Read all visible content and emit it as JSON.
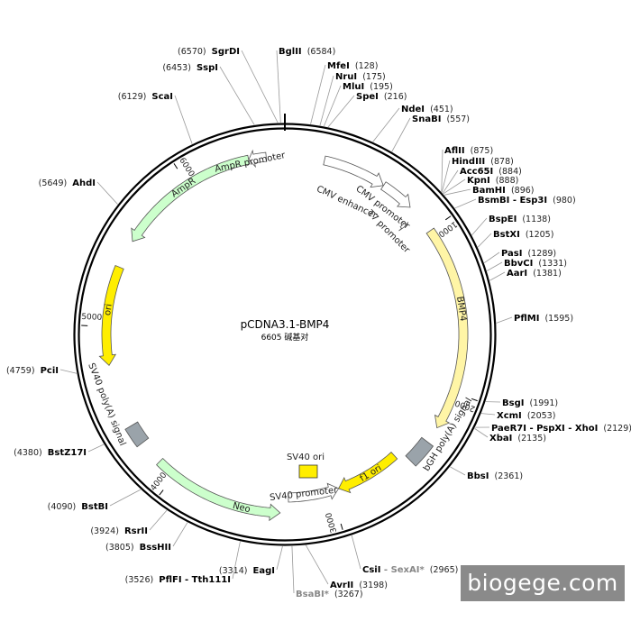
{
  "plasmid": {
    "name": "pCDNA3.1-BMP4",
    "size_text": "6605 碱基对",
    "length": 6605
  },
  "watermark": "biogege.com",
  "scale_ticks": [
    {
      "pos": 1000,
      "label": "1000"
    },
    {
      "pos": 2000,
      "label": "2000"
    },
    {
      "pos": 3000,
      "label": "3000"
    },
    {
      "pos": 4000,
      "label": "4000"
    },
    {
      "pos": 5000,
      "label": "5000"
    },
    {
      "pos": 6000,
      "label": "6000"
    }
  ],
  "features": [
    {
      "name": "CMV enhancer",
      "start": 235,
      "end": 614,
      "strand": 1,
      "shape": "arrow",
      "color": "#ffffff",
      "label_pos": 460
    },
    {
      "name": "CMV promoter",
      "start": 615,
      "end": 818,
      "strand": 1,
      "shape": "arrow",
      "color": "#ffffff",
      "label_pos": 690
    },
    {
      "name": "T7 promoter",
      "start": 863,
      "end": 881,
      "strand": 1,
      "shape": "arrow",
      "color": "#ffffff",
      "label_pos": 830
    },
    {
      "name": "BMP4",
      "start": 1000,
      "end": 2230,
      "strand": 1,
      "shape": "arrow",
      "color": "#fff5a6",
      "label_pos": 1500
    },
    {
      "name": "bGH poly(A) signal",
      "start": 2330,
      "end": 2480,
      "strand": 1,
      "shape": "box",
      "color": "#9aa3aa",
      "label_pos": 2230
    },
    {
      "name": "f1 ori",
      "start": 2530,
      "end": 2950,
      "strand": 1,
      "shape": "arrow",
      "color": "#ffee00",
      "label_pos": 2720
    },
    {
      "name": "SV40 promoter",
      "start": 2950,
      "end": 3280,
      "strand": -1,
      "shape": "arrow",
      "color": "#ffffff",
      "label_pos": 3180
    },
    {
      "name": "SV40 ori",
      "start": 3100,
      "end": 3236,
      "strand": 1,
      "shape": "box",
      "color": "#ffee00",
      "label_pos": 3168
    },
    {
      "name": "Neo",
      "start": 3330,
      "end": 4120,
      "strand": -1,
      "shape": "arrow",
      "color": "#ccffcc",
      "label_pos": 3560
    },
    {
      "name": "SV40 poly(A) signal",
      "start": 4270,
      "end": 4390,
      "strand": -1,
      "shape": "box",
      "color": "#9aa3aa",
      "label_pos": 4560
    },
    {
      "name": "ori",
      "start": 4770,
      "end": 5360,
      "strand": -1,
      "shape": "arrow",
      "color": "#ffee00",
      "label_pos": 5100
    },
    {
      "name": "AmpR",
      "start": 5530,
      "end": 6390,
      "strand": -1,
      "shape": "arrow",
      "color": "#ccffcc",
      "label_pos": 5970
    },
    {
      "name": "AmpR promoter",
      "start": 6391,
      "end": 6495,
      "strand": -1,
      "shape": "arrow",
      "color": "#ffffff",
      "label_pos": 6395
    }
  ],
  "sites": [
    {
      "name": "SgrDI",
      "pos": 6570,
      "label": "SgrDI",
      "num": "(6570)",
      "grey": false
    },
    {
      "name": "BglII",
      "pos": 6584,
      "label": "BglII",
      "num": "(6584)",
      "grey": false
    },
    {
      "name": "MfeI",
      "pos": 128,
      "label": "MfeI",
      "num": "(128)",
      "grey": false
    },
    {
      "name": "NruI",
      "pos": 175,
      "label": "NruI",
      "num": "(175)",
      "grey": false
    },
    {
      "name": "MluI",
      "pos": 195,
      "label": "MluI",
      "num": "(195)",
      "grey": false
    },
    {
      "name": "SpeI",
      "pos": 216,
      "label": "SpeI",
      "num": "(216)",
      "grey": false
    },
    {
      "name": "NdeI",
      "pos": 451,
      "label": "NdeI",
      "num": "(451)",
      "grey": false
    },
    {
      "name": "SnaBI",
      "pos": 557,
      "label": "SnaBI",
      "num": "(557)",
      "grey": false
    },
    {
      "name": "AflII",
      "pos": 875,
      "label": "AflII",
      "num": "(875)",
      "grey": false
    },
    {
      "name": "HindIII",
      "pos": 878,
      "label": "HindIII",
      "num": "(878)",
      "grey": false
    },
    {
      "name": "Acc65I",
      "pos": 884,
      "label": "Acc65I",
      "num": "(884)",
      "grey": false
    },
    {
      "name": "KpnI",
      "pos": 888,
      "label": "KpnI",
      "num": "(888)",
      "grey": false
    },
    {
      "name": "BamHI",
      "pos": 896,
      "label": "BamHI",
      "num": "(896)",
      "grey": false
    },
    {
      "name": "BsmBI-Esp3I",
      "pos": 980,
      "label": "BsmBI - Esp3I",
      "num": "(980)",
      "grey": false
    },
    {
      "name": "BspEI",
      "pos": 1138,
      "label": "BspEI",
      "num": "(1138)",
      "grey": false
    },
    {
      "name": "BstXI",
      "pos": 1205,
      "label": "BstXI",
      "num": "(1205)",
      "grey": false
    },
    {
      "name": "PasI",
      "pos": 1289,
      "label": "PasI",
      "num": "(1289)",
      "grey": false
    },
    {
      "name": "BbvCI",
      "pos": 1331,
      "label": "BbvCI",
      "num": "(1331)",
      "grey": false
    },
    {
      "name": "AarI",
      "pos": 1381,
      "label": "AarI",
      "num": "(1381)",
      "grey": false
    },
    {
      "name": "PflMI",
      "pos": 1595,
      "label": "PflMI",
      "num": "(1595)",
      "grey": false
    },
    {
      "name": "BsgI",
      "pos": 1991,
      "label": "BsgI",
      "num": "(1991)",
      "grey": false
    },
    {
      "name": "XcmI",
      "pos": 2053,
      "label": "XcmI",
      "num": "(2053)",
      "grey": false
    },
    {
      "name": "PaeR7I-PspXI-XhoI",
      "pos": 2129,
      "label": "PaeR7I - PspXI - XhoI",
      "num": "(2129)",
      "grey": false
    },
    {
      "name": "XbaI",
      "pos": 2135,
      "label": "XbaI",
      "num": "(2135)",
      "grey": false
    },
    {
      "name": "BbsI",
      "pos": 2361,
      "label": "BbsI",
      "num": "(2361)",
      "grey": false
    },
    {
      "name": "CsiI-SexAI",
      "pos": 2965,
      "label": "CsiI",
      "label2": " - SexAI*",
      "num": "(2965)",
      "grey": false
    },
    {
      "name": "AvrII",
      "pos": 3198,
      "label": "AvrII",
      "num": "(3198)",
      "grey": false
    },
    {
      "name": "BsaBI",
      "pos": 3267,
      "label": "BsaBI*",
      "num": "(3267)",
      "grey": true
    },
    {
      "name": "EagI",
      "pos": 3314,
      "label": "EagI",
      "num": "(3314)",
      "grey": false
    },
    {
      "name": "PflFI-Tth111I",
      "pos": 3526,
      "label": "PflFI - Tth111I",
      "num": "(3526)",
      "grey": false
    },
    {
      "name": "BssHII",
      "pos": 3805,
      "label": "BssHII",
      "num": "(3805)",
      "grey": false
    },
    {
      "name": "RsrII",
      "pos": 3924,
      "label": "RsrII",
      "num": "(3924)",
      "grey": false
    },
    {
      "name": "BstBI",
      "pos": 4090,
      "label": "BstBI",
      "num": "(4090)",
      "grey": false
    },
    {
      "name": "BstZ17I",
      "pos": 4380,
      "label": "BstZ17I",
      "num": "(4380)",
      "grey": false
    },
    {
      "name": "PciI",
      "pos": 4759,
      "label": "PciI",
      "num": "(4759)",
      "grey": false
    },
    {
      "name": "AhdI",
      "pos": 5649,
      "label": "AhdI",
      "num": "(5649)",
      "grey": false
    },
    {
      "name": "ScaI",
      "pos": 6129,
      "label": "ScaI",
      "num": "(6129)",
      "grey": false
    },
    {
      "name": "SspI",
      "pos": 6453,
      "label": "SspI",
      "num": "(6453)",
      "grey": false
    }
  ]
}
